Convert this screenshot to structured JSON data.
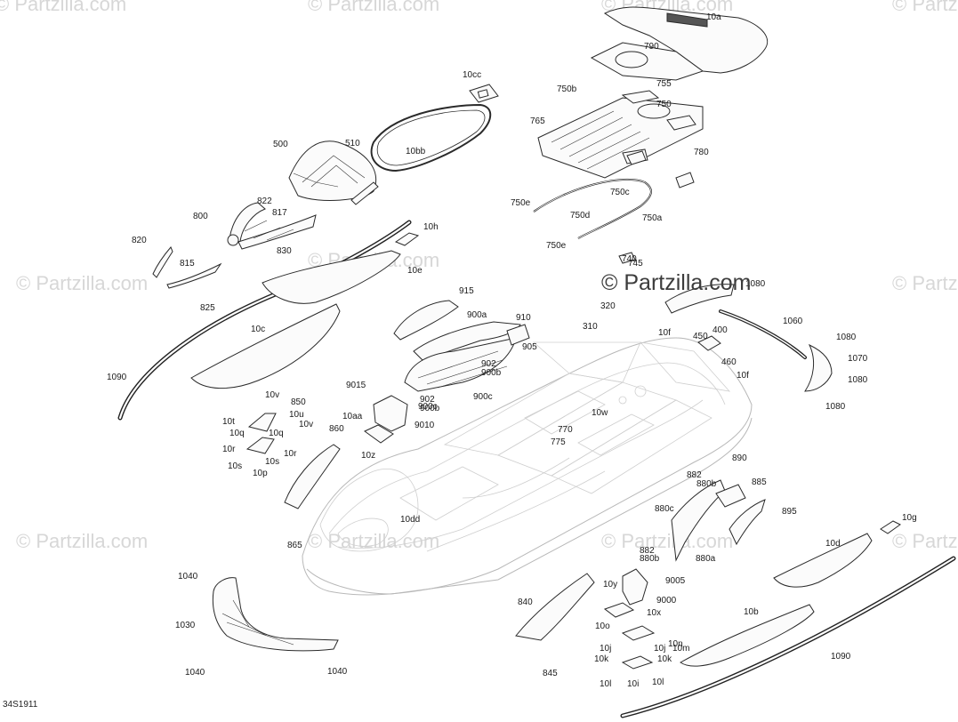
{
  "watermark": {
    "corner": "© Partzilla.com",
    "main": "© Partzilla.com"
  },
  "diagram_code": "34S1911",
  "part_labels": [
    "10a",
    "790",
    "750b",
    "755",
    "10cc",
    "750",
    "765",
    "510",
    "500",
    "10bb",
    "780",
    "750c",
    "750e",
    "750d",
    "750a",
    "822",
    "800",
    "817",
    "820",
    "830",
    "815",
    "825",
    "10h",
    "10e",
    "750e",
    "740",
    "745",
    "1080",
    "915",
    "900a",
    "910",
    "905",
    "902",
    "900b",
    "320",
    "310",
    "10f",
    "450",
    "400",
    "460",
    "1060",
    "1080",
    "1070",
    "1080",
    "1080",
    "10c",
    "1090",
    "9015",
    "902",
    "900b",
    "900c",
    "900c",
    "10f",
    "10v",
    "850",
    "10u",
    "10t",
    "10v",
    "10q",
    "10q",
    "10r",
    "10r",
    "10s",
    "10s",
    "10p",
    "860",
    "10aa",
    "9010",
    "10w",
    "770",
    "775",
    "10z",
    "890",
    "882",
    "880b",
    "885",
    "880c",
    "895",
    "865",
    "10dd",
    "882",
    "880b",
    "880a",
    "10g",
    "10d",
    "1040",
    "9005",
    "10y",
    "840",
    "9000",
    "10x",
    "1030",
    "10b",
    "10m",
    "10o",
    "10n",
    "10j",
    "10j",
    "10k",
    "10k",
    "845",
    "1040",
    "1040",
    "10l",
    "10i",
    "10l",
    "1090"
  ]
}
